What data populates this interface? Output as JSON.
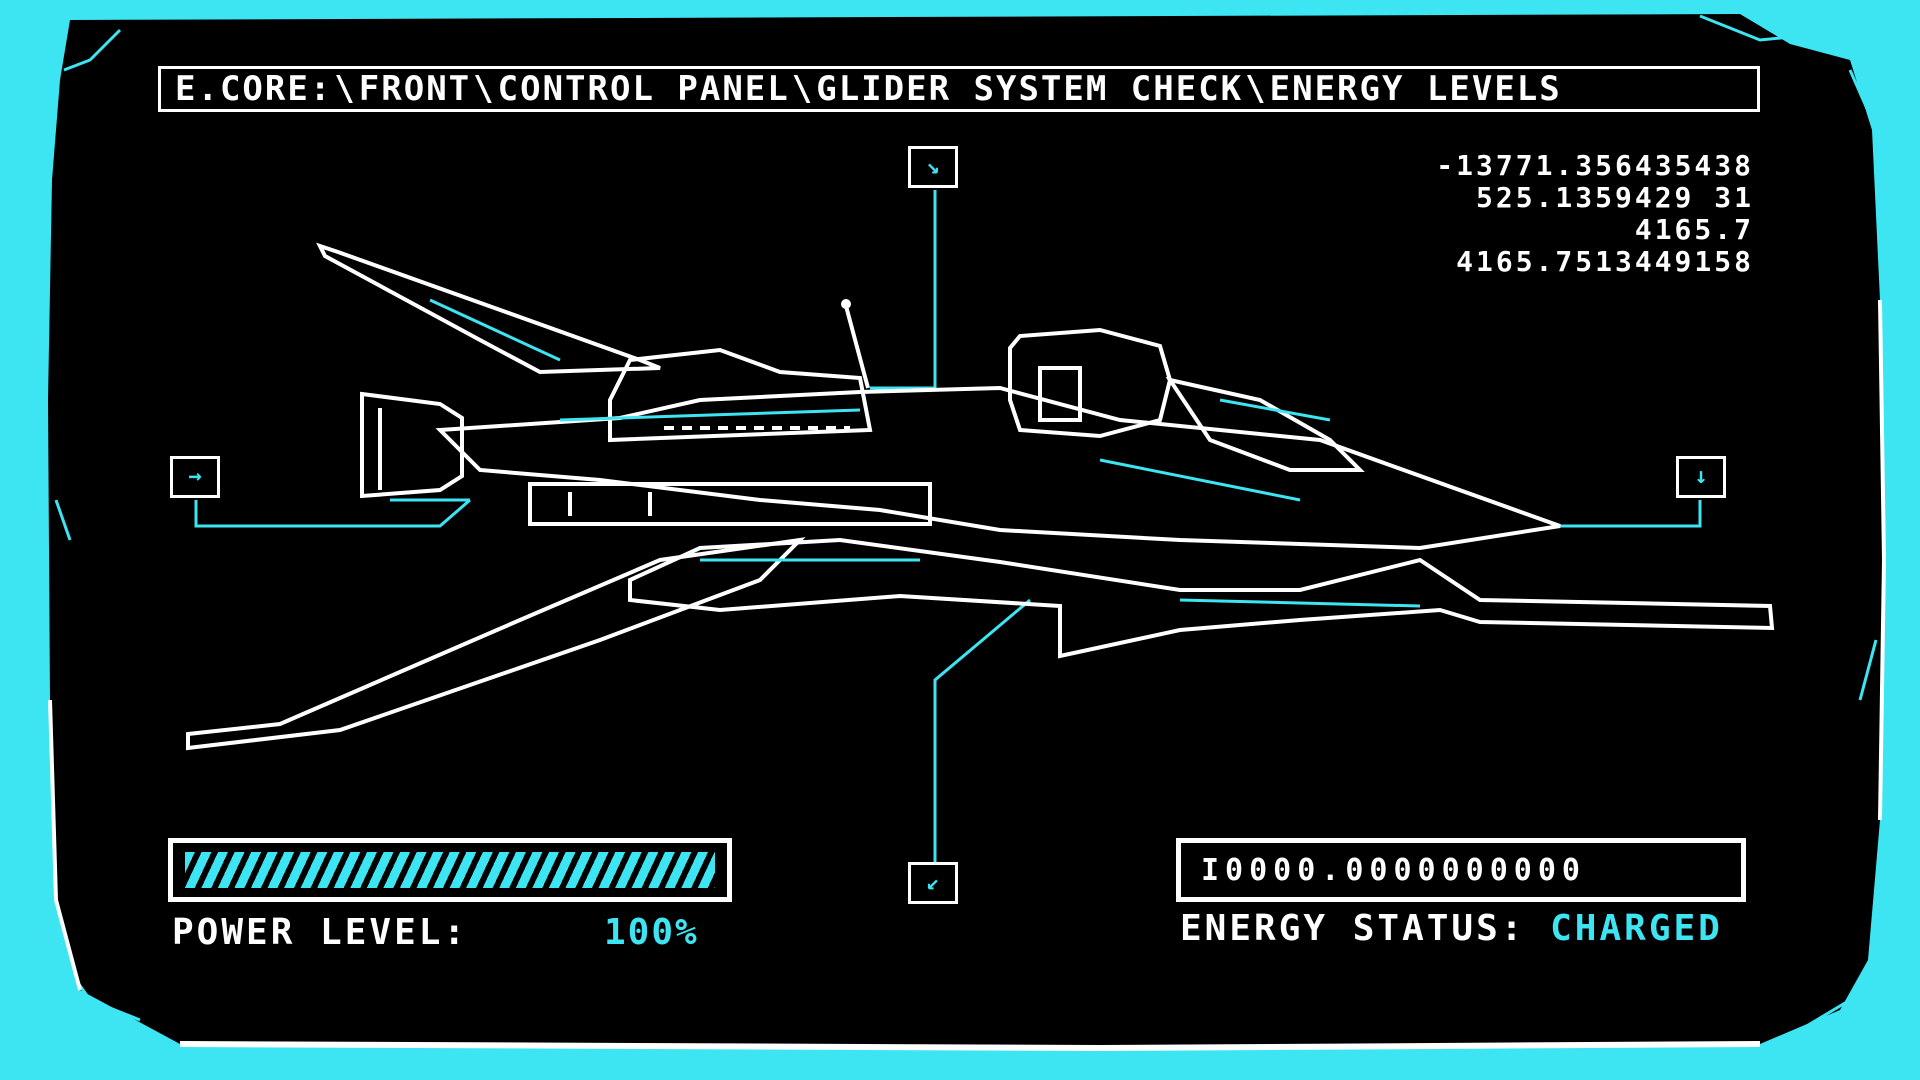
{
  "breadcrumb": {
    "root": "E.CORE:",
    "parts": [
      "FRONT",
      "CONTROL PANEL",
      "GLIDER SYSTEM CHECK",
      "ENERGY LEVELS"
    ],
    "separator": "\\"
  },
  "coordinates": [
    "-13771.356435438",
    "525.1359429 31",
    "4165.7",
    "4165.7513449158"
  ],
  "markers": {
    "top": "↘",
    "left": "→",
    "right": "↓",
    "bottom": "↙"
  },
  "power": {
    "label": "POWER LEVEL:",
    "value": "100%",
    "level": 1.0
  },
  "energy": {
    "readout": "I0000.0000000000",
    "label": "ENERGY STATUS:",
    "status": "CHARGED"
  },
  "colors": {
    "accent": "#3de4f2",
    "foreground": "#ffffff",
    "background": "#000000"
  }
}
